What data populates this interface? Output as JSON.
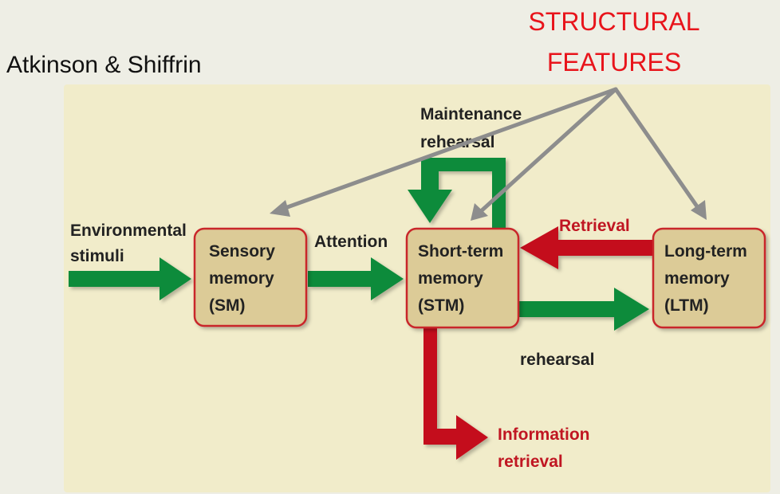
{
  "title": "Atkinson & Shiffrin",
  "annotation": {
    "line1": "STRUCTURAL",
    "line2": "FEATURES"
  },
  "colors": {
    "panel": "#f1ecca",
    "box_fill": "#dccb97",
    "box_border": "#c9252c",
    "green_arrow": "#0b8b3a",
    "red_arrow": "#c40f1c",
    "gray_arrow": "#8d8d8d",
    "annotation": "#e8141b"
  },
  "labels": {
    "environmental_stimuli": {
      "line1": "Environmental",
      "line2": "stimuli"
    },
    "attention": "Attention",
    "maintenance_rehearsal": {
      "line1": "Maintenance",
      "line2": "rehearsal"
    },
    "retrieval": "Retrieval",
    "rehearsal": "rehearsal",
    "information_retrieval": {
      "line1": "Information",
      "line2": "retrieval"
    }
  },
  "boxes": {
    "sensory_memory": {
      "line1": "Sensory",
      "line2": "memory",
      "line3": "(SM)"
    },
    "short_term_memory": {
      "line1": "Short-term",
      "line2": "memory",
      "line3": "(STM)"
    },
    "long_term_memory": {
      "line1": "Long-term",
      "line2": "memory",
      "line3": "(LTM)"
    }
  }
}
